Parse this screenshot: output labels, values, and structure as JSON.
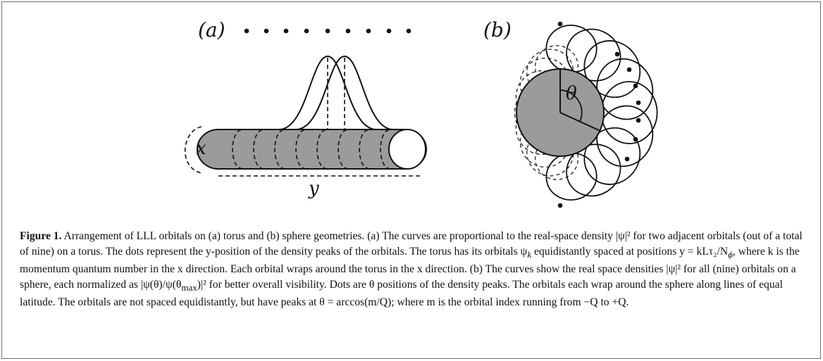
{
  "figure": {
    "panel_a_label": "(a)",
    "panel_b_label": "(b)",
    "axis_x_label": "x",
    "axis_y_label": "y",
    "theta_label": "θ",
    "orbital_count": 9
  },
  "caption": {
    "number": "Figure 1.",
    "text_1": "Arrangement of LLL orbitals on (a) torus and (b) sphere geometries. (a) The curves are proportional to the real-space density |ψ|² for two adjacent orbitals (out of a total of nine) on a torus. The dots represent the y-position of the density peaks of the orbitals. The torus has its orbitals ψ",
    "sub_k": "k",
    "text_2": " equidistantly spaced at positions  y = kLτ₂/N",
    "sub_phi": "ϕ",
    "text_3": ", where k is the momentum quantum number in the x direction. Each orbital wraps around the torus in the x direction. (b) The curves show the real space densities |ψ|² for all (nine) orbitals on a sphere, each normalized as |ψ(θ)/ψ(θ",
    "sub_max": "max",
    "text_4": ")|² for better overall visibility. Dots are θ positions of the density peaks. The orbitals each wrap around the sphere along lines of equal latitude. The orbitals are not spaced equidistantly, but have peaks at θ = arccos(m/Q); where m is the orbital index running from −Q to +Q."
  }
}
